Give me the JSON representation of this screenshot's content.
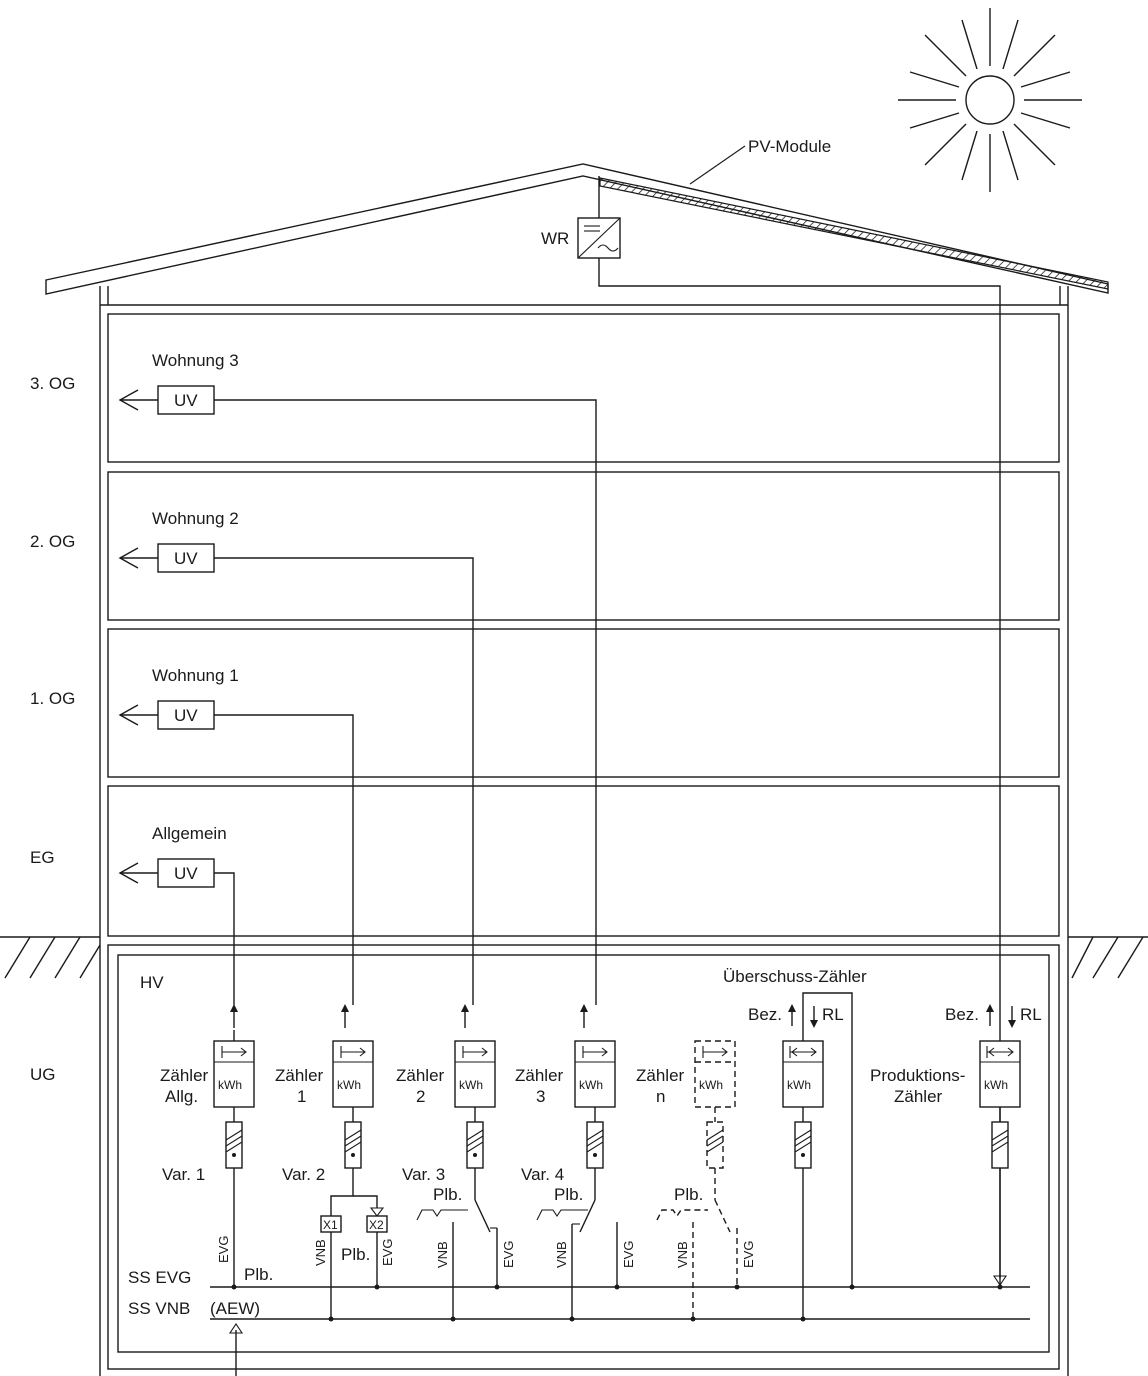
{
  "pv_module_label": "PV-Module",
  "inverter_label": "WR",
  "floors": [
    {
      "level": "3. OG",
      "unit": "Wohnung 3",
      "dist": "UV"
    },
    {
      "level": "2. OG",
      "unit": "Wohnung 2",
      "dist": "UV"
    },
    {
      "level": "1. OG",
      "unit": "Wohnung 1",
      "dist": "UV"
    },
    {
      "level": "EG",
      "unit": "Allgemein",
      "dist": "UV"
    }
  ],
  "basement": {
    "level": "UG",
    "main_dist": "HV",
    "kwh": "kWh",
    "meters": [
      {
        "name_line1": "Zähler",
        "name_line2": "Allg.",
        "variant": "Var. 1"
      },
      {
        "name_line1": "Zähler",
        "name_line2": "1",
        "variant": "Var. 2"
      },
      {
        "name_line1": "Zähler",
        "name_line2": "2",
        "variant": "Var. 3"
      },
      {
        "name_line1": "Zähler",
        "name_line2": "3",
        "variant": "Var. 4"
      },
      {
        "name_line1": "Zähler",
        "name_line2": "n",
        "variant": ""
      }
    ],
    "surplus_meter_label": "Überschuss-Zähler",
    "production_meter_line1": "Produktions-",
    "production_meter_line2": "Zähler",
    "bez": "Bez.",
    "rl": "RL",
    "plb": "Plb.",
    "evg": "EVG",
    "vnb": "VNB",
    "x1": "X1",
    "x2": "X2",
    "busbar_evg": "SS EVG",
    "busbar_vnb": "SS VNB",
    "aew": "(AEW)"
  }
}
